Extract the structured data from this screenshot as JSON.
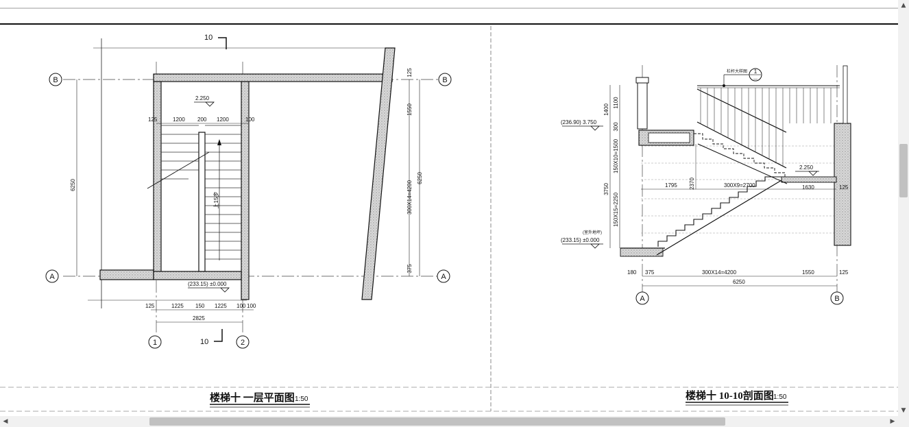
{
  "left_drawing": {
    "title": "楼梯十 一层平面图",
    "scale": "1:50",
    "section_mark": "10",
    "grid": {
      "b": "B",
      "a": "A",
      "one": "1",
      "two": "2"
    },
    "levels": {
      "upper": "2.250",
      "ground": "(233.15) ±0.000"
    },
    "dims_top": [
      "125",
      "1200",
      "200",
      "1200",
      "100"
    ],
    "dims_bottom": [
      "125",
      "1225",
      "150",
      "1225",
      "100",
      "100"
    ],
    "dim_total": "2825",
    "dim_left": "6250",
    "dims_right": [
      "125",
      "1550",
      "6250",
      "300X14=4200",
      "375"
    ],
    "stair_label": "上15步"
  },
  "right_drawing": {
    "title": "楼梯十 10-10剖面图",
    "scale": "1:50",
    "callout_text": "栏杆大样图",
    "callout_num": "1",
    "callout_sub": "—",
    "levels": {
      "top": "(236.90) 3.750",
      "mid": "2.250",
      "outdoor": "(室外地坪)",
      "ground": "(233.15) ±0.000"
    },
    "dims_left": [
      "1400",
      "1100",
      "300",
      "150X10=1500",
      "3750",
      "150X15=2250"
    ],
    "dims_inner": [
      "1795",
      "2370",
      "300X9=2700",
      "1630",
      "125"
    ],
    "dims_bottom": [
      "180",
      "375",
      "300X14=4200",
      "1550",
      "125"
    ],
    "dim_total": "6250",
    "grid": {
      "a": "A",
      "b": "B"
    }
  }
}
